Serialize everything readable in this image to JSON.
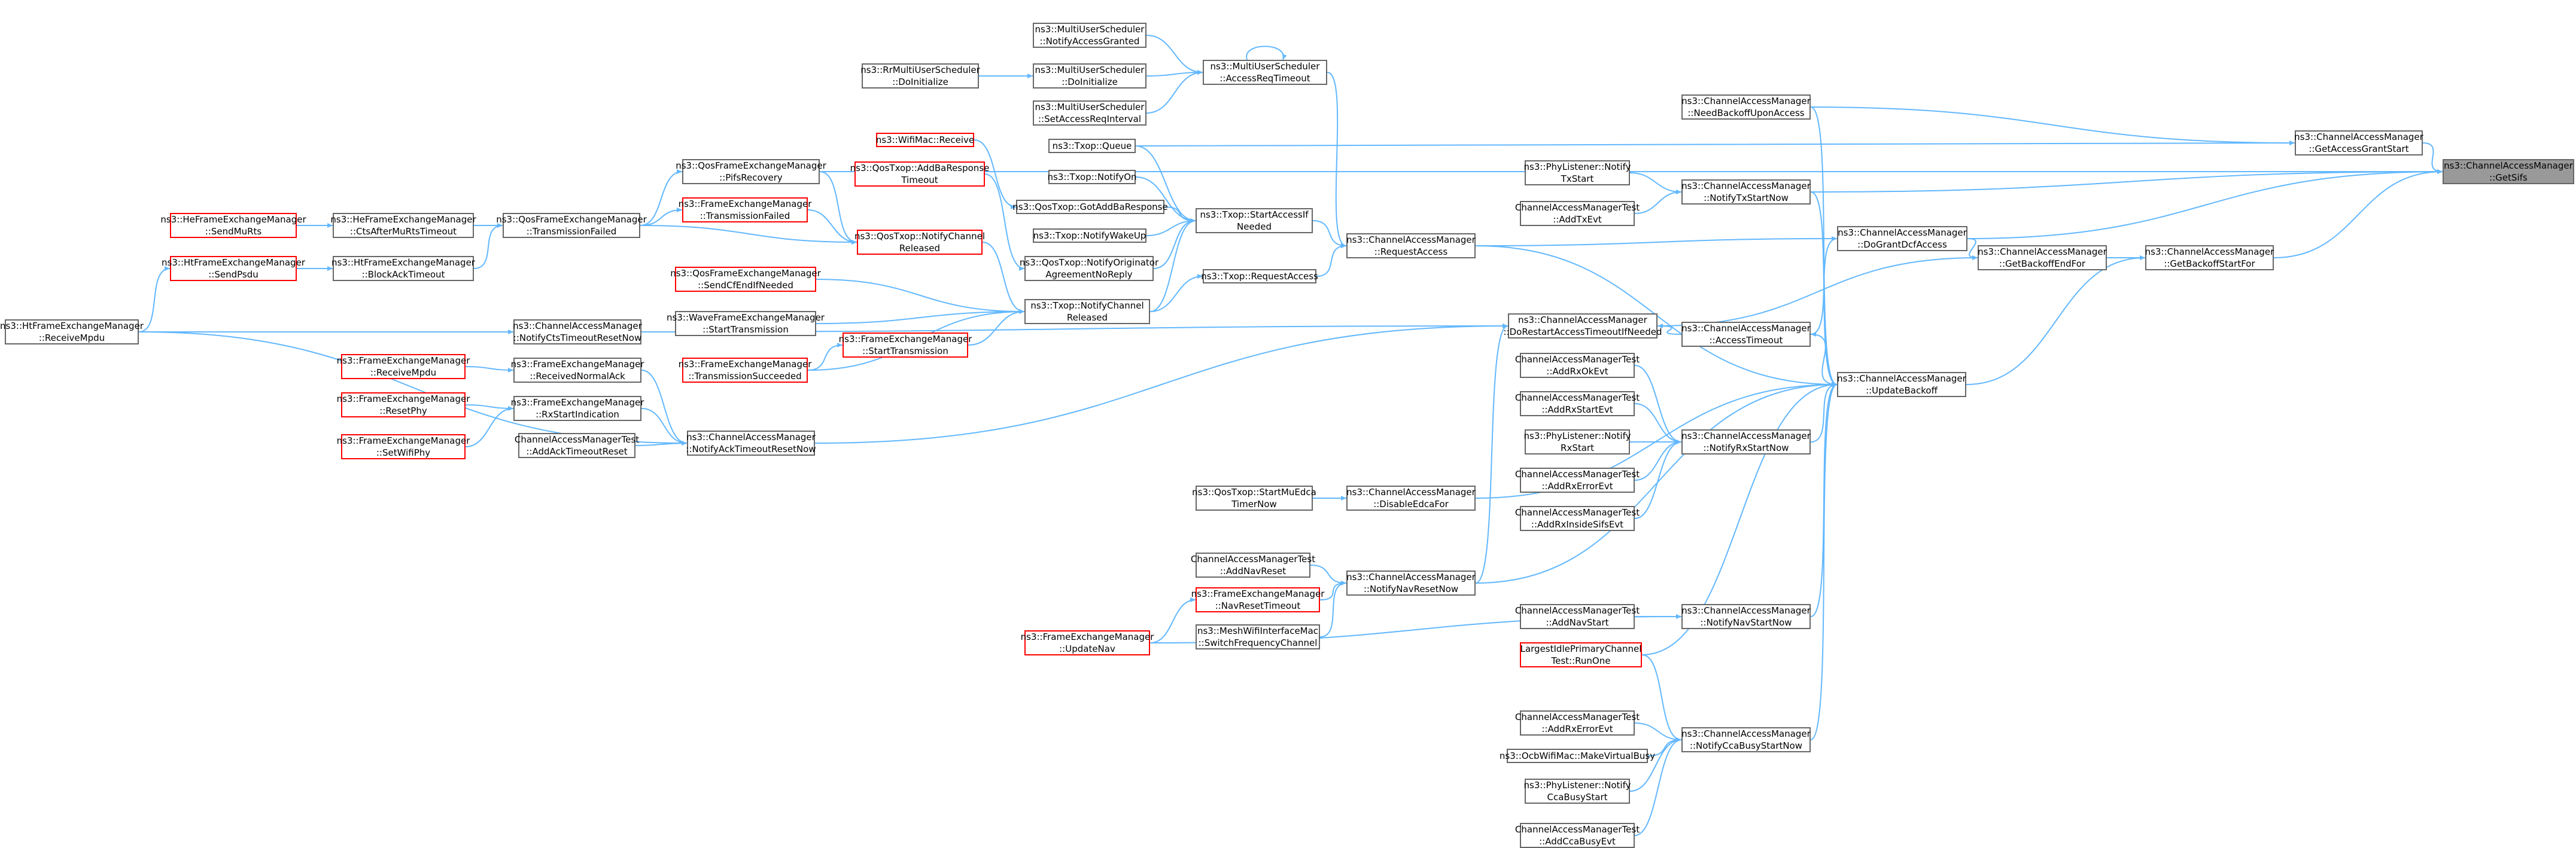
{
  "colors": {
    "edge": "#63b8ff",
    "border": "#666666",
    "truncated": "#ff0000",
    "root_fill": "#999999",
    "background": "#ffffff"
  },
  "nodes": {
    "getSifs": [
      "ns3::ChannelAccessManager",
      "::GetSifs"
    ],
    "getAccessGrantStart": [
      "ns3::ChannelAccessManager",
      "::GetAccessGrantStart"
    ],
    "getBackoffStartFor": [
      "ns3::ChannelAccessManager",
      "::GetBackoffStartFor"
    ],
    "getBackoffEndFor": [
      "ns3::ChannelAccessManager",
      "::GetBackoffEndFor"
    ],
    "doGrantDcfAccess": [
      "ns3::ChannelAccessManager",
      "::DoGrantDcfAccess"
    ],
    "needBackoffUponAccess": [
      "ns3::ChannelAccessManager",
      "::NeedBackoffUponAccess"
    ],
    "notifyTxStartNow": [
      "ns3::ChannelAccessManager",
      "::NotifyTxStartNow"
    ],
    "phyTxStart": [
      "ns3::PhyListener::Notify",
      "TxStart"
    ],
    "addTxEvt": [
      "ChannelAccessManagerTest",
      "::AddTxEvt"
    ],
    "accessTimeout": [
      "ns3::ChannelAccessManager",
      "::AccessTimeout"
    ],
    "updateBackoff": [
      "ns3::ChannelAccessManager",
      "::UpdateBackoff"
    ],
    "notifyRxStartNow": [
      "ns3::ChannelAccessManager",
      "::NotifyRxStartNow"
    ],
    "addRxOkEvt": [
      "ChannelAccessManagerTest",
      "::AddRxOkEvt"
    ],
    "addRxStartEvt": [
      "ChannelAccessManagerTest",
      "::AddRxStartEvt"
    ],
    "phyRxStart": [
      "ns3::PhyListener::Notify",
      "RxStart"
    ],
    "addRxErrorEvt": [
      "ChannelAccessManagerTest",
      "::AddRxErrorEvt"
    ],
    "addRxInsideSifsEvt": [
      "ChannelAccessManagerTest",
      "::AddRxInsideSifsEvt"
    ],
    "notifyNavStartNow": [
      "ns3::ChannelAccessManager",
      "::NotifyNavStartNow"
    ],
    "addNavStart": [
      "ChannelAccessManagerTest",
      "::AddNavStart"
    ],
    "largestIdle": [
      "LargestIdlePrimaryChannel",
      "Test::RunOne"
    ],
    "notifyCcaBusyStartNow": [
      "ns3::ChannelAccessManager",
      "::NotifyCcaBusyStartNow"
    ],
    "addRxErrorEvt2": [
      "ChannelAccessManagerTest",
      "::AddRxErrorEvt"
    ],
    "makeVirtualBusy": [
      "ns3::OcbWifiMac::MakeVirtualBusy"
    ],
    "phyCcaBusyStart": [
      "ns3::PhyListener::Notify",
      "CcaBusyStart"
    ],
    "addCcaBusyEvt": [
      "ChannelAccessManagerTest",
      "::AddCcaBusyEvt"
    ],
    "requestAccess": [
      "ns3::ChannelAccessManager",
      "::RequestAccess"
    ],
    "doRestartAccess": [
      "ns3::ChannelAccessManager",
      "::DoRestartAccessTimeoutIfNeeded"
    ],
    "disableEdcaFor": [
      "ns3::ChannelAccessManager",
      "::DisableEdcaFor"
    ],
    "notifyNavResetNow": [
      "ns3::ChannelAccessManager",
      "::NotifyNavResetNow"
    ],
    "startMuEdca": [
      "ns3::QosTxop::StartMuEdca",
      "TimerNow"
    ],
    "addNavReset": [
      "ChannelAccessManagerTest",
      "::AddNavReset"
    ],
    "navResetTimeout": [
      "ns3::FrameExchangeManager",
      "::NavResetTimeout"
    ],
    "switchFreq": [
      "ns3::MeshWifiInterfaceMac",
      "::SwitchFrequencyChannel"
    ],
    "updateNav": [
      "ns3::FrameExchangeManager",
      "::UpdateNav"
    ],
    "muAccessReqTimeout": [
      "ns3::MultiUserScheduler",
      "::AccessReqTimeout"
    ],
    "muNotifyAccessGranted": [
      "ns3::MultiUserScheduler",
      "::NotifyAccessGranted"
    ],
    "muDoInitialize": [
      "ns3::MultiUserScheduler",
      "::DoInitialize"
    ],
    "rrDoInitialize": [
      "ns3::RrMultiUserScheduler",
      "::DoInitialize"
    ],
    "muSetAccessReqInterval": [
      "ns3::MultiUserScheduler",
      "::SetAccessReqInterval"
    ],
    "txopQueue": [
      "ns3::Txop::Queue"
    ],
    "txopStartAccessIfNeeded": [
      "ns3::Txop::StartAccessIf",
      "Needed"
    ],
    "txopRequestAccess": [
      "ns3::Txop::RequestAccess"
    ],
    "wifiMacReceive": [
      "ns3::WifiMac::Receive"
    ],
    "addBaResponseTimeout": [
      "ns3::QosTxop::AddBaResponse",
      "Timeout"
    ],
    "txopNotifyOn": [
      "ns3::Txop::NotifyOn"
    ],
    "gotAddBaResponse": [
      "ns3::QosTxop::GotAddBaResponse"
    ],
    "txopNotifyWakeUp": [
      "ns3::Txop::NotifyWakeUp"
    ],
    "notifyOriginatorAgreement": [
      "ns3::QosTxop::NotifyOriginator",
      "AgreementNoReply"
    ],
    "txopNotifyChannelReleased": [
      "ns3::Txop::NotifyChannel",
      "Released"
    ],
    "qosTxopNotifyChannelReleased": [
      "ns3::QosTxop::NotifyChannel",
      "Released"
    ],
    "qfemPifsRecovery": [
      "ns3::QosFrameExchangeManager",
      "::PifsRecovery"
    ],
    "qfemTransmissionFailed": [
      "ns3::QosFrameExchangeManager",
      "::TransmissionFailed"
    ],
    "femTransmissionFailed": [
      "ns3::FrameExchangeManager",
      "::TransmissionFailed"
    ],
    "qfemSendCfEnd": [
      "ns3::QosFrameExchangeManager",
      "::SendCfEndIfNeeded"
    ],
    "waveStartTransmission": [
      "ns3::WaveFrameExchangeManager",
      "::StartTransmission"
    ],
    "femStartTransmission": [
      "ns3::FrameExchangeManager",
      "::StartTransmission"
    ],
    "femTransmissionSucceeded": [
      "ns3::FrameExchangeManager",
      "::TransmissionSucceeded"
    ],
    "heCtsAfterMuRts": [
      "ns3::HeFrameExchangeManager",
      "::CtsAfterMuRtsTimeout"
    ],
    "heSendMuRts": [
      "ns3::HeFrameExchangeManager",
      "::SendMuRts"
    ],
    "htBlockAckTimeout": [
      "ns3::HtFrameExchangeManager",
      "::BlockAckTimeout"
    ],
    "htSendPsdu": [
      "ns3::HtFrameExchangeManager",
      "::SendPsdu"
    ],
    "htReceiveMpdu": [
      "ns3::HtFrameExchangeManager",
      "::ReceiveMpdu"
    ],
    "notifyCtsTimeoutResetNow": [
      "ns3::ChannelAccessManager",
      "::NotifyCtsTimeoutResetNow"
    ],
    "femReceivedNormalAck": [
      "ns3::FrameExchangeManager",
      "::ReceivedNormalAck"
    ],
    "femReceiveMpdu": [
      "ns3::FrameExchangeManager",
      "::ReceiveMpdu"
    ],
    "femRxStartIndication": [
      "ns3::FrameExchangeManager",
      "::RxStartIndication"
    ],
    "femResetPhy": [
      "ns3::FrameExchangeManager",
      "::ResetPhy"
    ],
    "femSetWifiPhy": [
      "ns3::FrameExchangeManager",
      "::SetWifiPhy"
    ],
    "notifyAckTimeoutResetNow": [
      "ns3::ChannelAccessManager",
      "::NotifyAckTimeoutResetNow"
    ],
    "addAckTimeoutReset": [
      "ChannelAccessManagerTest",
      "::AddAckTimeoutReset"
    ]
  }
}
